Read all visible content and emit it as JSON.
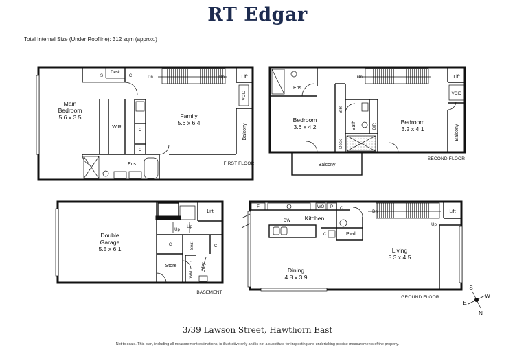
{
  "header": {
    "brand": "RT Edgar",
    "size_note": "Total Internal Size (Under Roofline): 312 sqm (approx.)"
  },
  "first_floor": {
    "label": "FIRST FLOOR",
    "rooms": {
      "main_bedroom": "Main",
      "main_bedroom_l2": "Bedroom",
      "main_bedroom_dims": "5.6 x 3.5",
      "family": "Family",
      "family_dims": "5.6 x 6.4",
      "wir": "WIR",
      "ens": "Ens",
      "desk": "Desk",
      "s": "S",
      "c1": "C",
      "c2": "C",
      "c3": "C",
      "lift": "Lift",
      "void": "VOID",
      "balcony": "Balcony",
      "dn": "Dn",
      "up": "Up"
    }
  },
  "second_floor": {
    "label": "SECOND FLOOR",
    "rooms": {
      "ens": "Ens",
      "bedroom1": "Bedroom",
      "bedroom1_dims": "3.6 x 4.2",
      "bir1": "BIR",
      "bath": "Bath",
      "bir2": "BIR",
      "desk": "Desk",
      "bedroom2": "Bedroom",
      "bedroom2_dims": "3.2 x 4.1",
      "balcony_side": "Balcony",
      "balcony_front": "Balcony",
      "lift": "Lift",
      "void": "VOID",
      "dn": "Dn"
    }
  },
  "basement": {
    "label": "BASEMENT",
    "rooms": {
      "garage": "Double",
      "garage_l2": "Garage",
      "garage_dims": "5.5 x 6.1",
      "lift": "Lift",
      "up1": "Up",
      "up2": "Up",
      "c1": "C",
      "c2": "C",
      "c3": "C",
      "seat": "Seat",
      "store": "Store",
      "wm": "WM",
      "laundry": "L'dry"
    }
  },
  "ground_floor": {
    "label": "GROUND FLOOR",
    "rooms": {
      "f": "F",
      "wo": "WO",
      "p": "P",
      "kitchen": "Kitchen",
      "dw": "DW",
      "c1": "C",
      "c2": "C",
      "pwdr": "Pwdr",
      "living": "Living",
      "living_dims": "5.3 x 4.5",
      "dining": "Dining",
      "dining_dims": "4.8 x 3.9",
      "lift": "Lift",
      "dn": "Dn",
      "up": "Up"
    }
  },
  "compass": {
    "s": "S",
    "w": "W",
    "e": "E",
    "n": "N"
  },
  "footer": {
    "address": "3/39 Lawson Street, Hawthorn East",
    "disclaimer": "Not to scale. This plan, including all measurement estimations, is illustrative only and is not a substitute for inspecting and undertaking precise measurements of the property."
  }
}
